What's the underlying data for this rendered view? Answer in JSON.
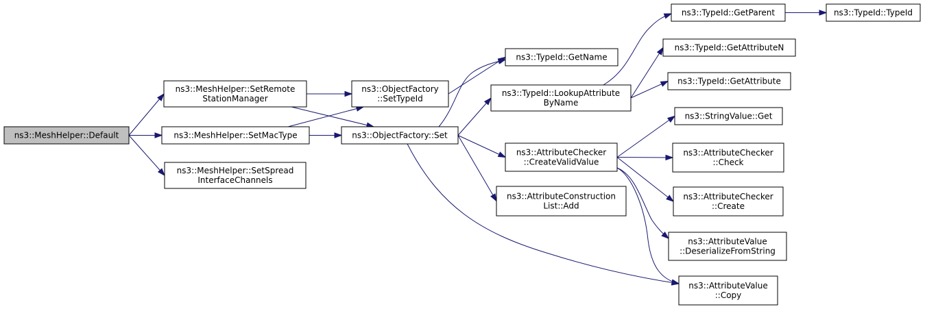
{
  "nodes": [
    {
      "id": "default",
      "lines": [
        "ns3::MeshHelper::Default"
      ],
      "root": true
    },
    {
      "id": "setremote",
      "lines": [
        "ns3::MeshHelper::SetRemote",
        "StationManager"
      ]
    },
    {
      "id": "setmac",
      "lines": [
        "ns3::MeshHelper::SetMacType"
      ]
    },
    {
      "id": "setspread",
      "lines": [
        "ns3::MeshHelper::SetSpread",
        "InterfaceChannels"
      ]
    },
    {
      "id": "settypeid",
      "lines": [
        "ns3::ObjectFactory",
        "::SetTypeId"
      ]
    },
    {
      "id": "ofset",
      "lines": [
        "ns3::ObjectFactory::Set"
      ]
    },
    {
      "id": "getname",
      "lines": [
        "ns3::TypeId::GetName"
      ]
    },
    {
      "id": "lookup",
      "lines": [
        "ns3::TypeId::LookupAttribute",
        "ByName"
      ]
    },
    {
      "id": "createvalid",
      "lines": [
        "ns3::AttributeChecker",
        "::CreateValidValue"
      ]
    },
    {
      "id": "aclistadd",
      "lines": [
        "ns3::AttributeConstruction",
        "List::Add"
      ]
    },
    {
      "id": "getparent",
      "lines": [
        "ns3::TypeId::GetParent"
      ]
    },
    {
      "id": "typeid",
      "lines": [
        "ns3::TypeId::TypeId"
      ]
    },
    {
      "id": "getattrn",
      "lines": [
        "ns3::TypeId::GetAttributeN"
      ]
    },
    {
      "id": "getattr",
      "lines": [
        "ns3::TypeId::GetAttribute"
      ]
    },
    {
      "id": "strget",
      "lines": [
        "ns3::StringValue::Get"
      ]
    },
    {
      "id": "accheck",
      "lines": [
        "ns3::AttributeChecker",
        "::Check"
      ]
    },
    {
      "id": "accreate",
      "lines": [
        "ns3::AttributeChecker",
        "::Create"
      ]
    },
    {
      "id": "avdeser",
      "lines": [
        "ns3::AttributeValue",
        "::DeserializeFromString"
      ]
    },
    {
      "id": "avcopy",
      "lines": [
        "ns3::AttributeValue",
        "::Copy"
      ]
    }
  ],
  "edges": [
    [
      "default",
      "setremote"
    ],
    [
      "default",
      "setmac"
    ],
    [
      "default",
      "setspread"
    ],
    [
      "setremote",
      "settypeid"
    ],
    [
      "setremote",
      "ofset"
    ],
    [
      "setmac",
      "settypeid"
    ],
    [
      "setmac",
      "ofset"
    ],
    [
      "settypeid",
      "getname"
    ],
    [
      "ofset",
      "getname"
    ],
    [
      "ofset",
      "lookup"
    ],
    [
      "ofset",
      "createvalid"
    ],
    [
      "ofset",
      "aclistadd"
    ],
    [
      "ofset",
      "avcopy"
    ],
    [
      "lookup",
      "getparent"
    ],
    [
      "lookup",
      "getattrn"
    ],
    [
      "lookup",
      "getattr"
    ],
    [
      "getparent",
      "typeid"
    ],
    [
      "createvalid",
      "strget"
    ],
    [
      "createvalid",
      "accheck"
    ],
    [
      "createvalid",
      "accreate"
    ],
    [
      "createvalid",
      "avdeser"
    ],
    [
      "createvalid",
      "avcopy"
    ]
  ]
}
